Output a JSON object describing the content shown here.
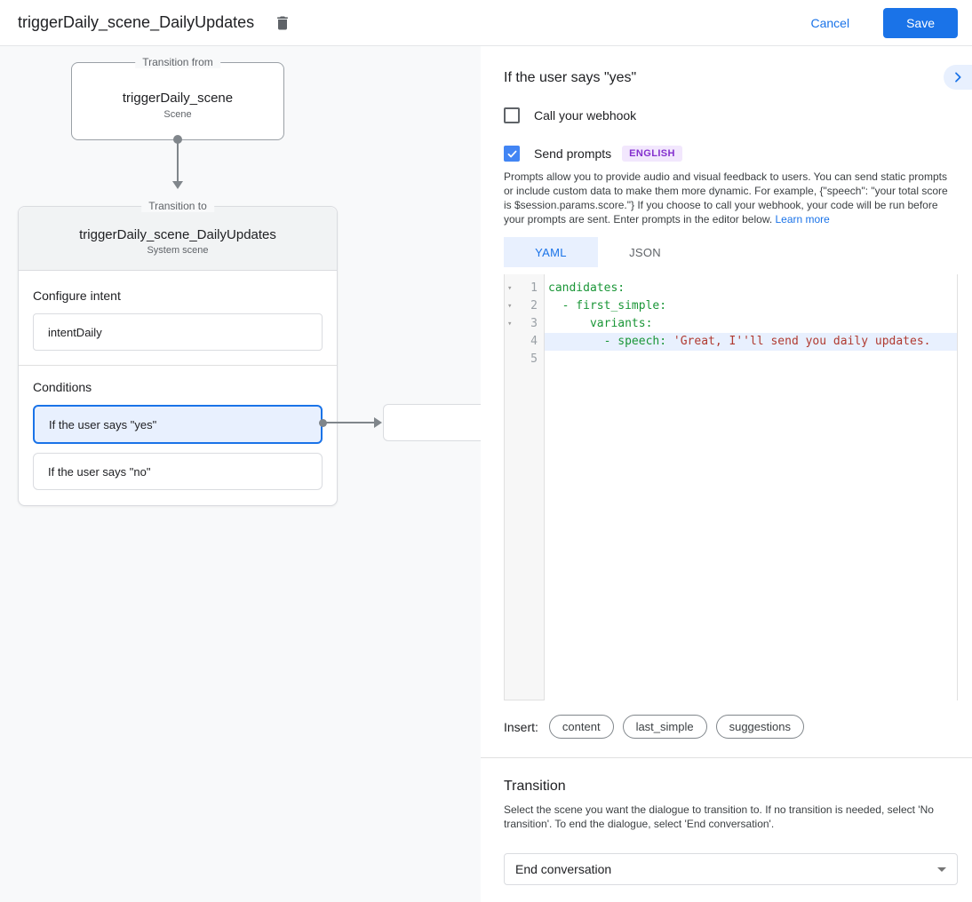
{
  "header": {
    "title": "triggerDaily_scene_DailyUpdates",
    "cancel_label": "Cancel",
    "save_label": "Save"
  },
  "canvas": {
    "transition_from": {
      "label": "Transition from",
      "title": "triggerDaily_scene",
      "subtitle": "Scene"
    },
    "transition_to": {
      "label": "Transition to",
      "title": "triggerDaily_scene_DailyUpdates",
      "subtitle": "System scene"
    },
    "configure_intent": {
      "label": "Configure intent",
      "value": "intentDaily"
    },
    "conditions": {
      "label": "Conditions",
      "items": [
        {
          "label": "If the user says \"yes\"",
          "selected": true
        },
        {
          "label": "If the user says \"no\"",
          "selected": false
        }
      ]
    }
  },
  "detail": {
    "title": "If the user says \"yes\"",
    "webhook": {
      "label": "Call your webhook",
      "checked": false
    },
    "send_prompts": {
      "label": "Send prompts",
      "checked": true,
      "badge": "ENGLISH"
    },
    "description": "Prompts allow you to provide audio and visual feedback to users. You can send static prompts or include custom data to make them more dynamic. For example, {\"speech\": \"your total score is $session.params.score.\"} If you choose to call your webhook, your code will be run before your prompts are sent. Enter prompts in the editor below. ",
    "learn_more": "Learn more",
    "tabs": [
      {
        "label": "YAML",
        "active": true
      },
      {
        "label": "JSON",
        "active": false
      }
    ],
    "editor": {
      "lines": [
        {
          "number": "1",
          "fold": true,
          "active": false,
          "segments": [
            {
              "type": "key",
              "text": "candidates:"
            }
          ]
        },
        {
          "number": "2",
          "fold": true,
          "active": false,
          "segments": [
            {
              "type": "key",
              "text": "  - first_simple:"
            }
          ]
        },
        {
          "number": "3",
          "fold": true,
          "active": false,
          "segments": [
            {
              "type": "key",
              "text": "      variants:"
            }
          ]
        },
        {
          "number": "4",
          "fold": false,
          "active": true,
          "segments": [
            {
              "type": "key",
              "text": "        - speech: "
            },
            {
              "type": "string",
              "text": "'Great, I''ll send you daily updates."
            }
          ]
        },
        {
          "number": "5",
          "fold": false,
          "active": false,
          "segments": []
        }
      ]
    },
    "insert": {
      "label": "Insert:",
      "chips": [
        "content",
        "last_simple",
        "suggestions"
      ]
    },
    "transition": {
      "title": "Transition",
      "description": "Select the scene you want the dialogue to transition to. If no transition is needed, select 'No transition'. To end the dialogue, select 'End conversation'.",
      "dropdown_value": "End conversation"
    }
  },
  "colors": {
    "accent_blue": "#1a73e8",
    "selected_bg": "#e8f0fe",
    "checkbox_blue": "#4285f4",
    "badge_bg": "#f2e7fd",
    "badge_text": "#8430ce",
    "code_key_green": "#1a9637",
    "code_string_red": "#b03a30",
    "connector_gray": "#80868b"
  }
}
